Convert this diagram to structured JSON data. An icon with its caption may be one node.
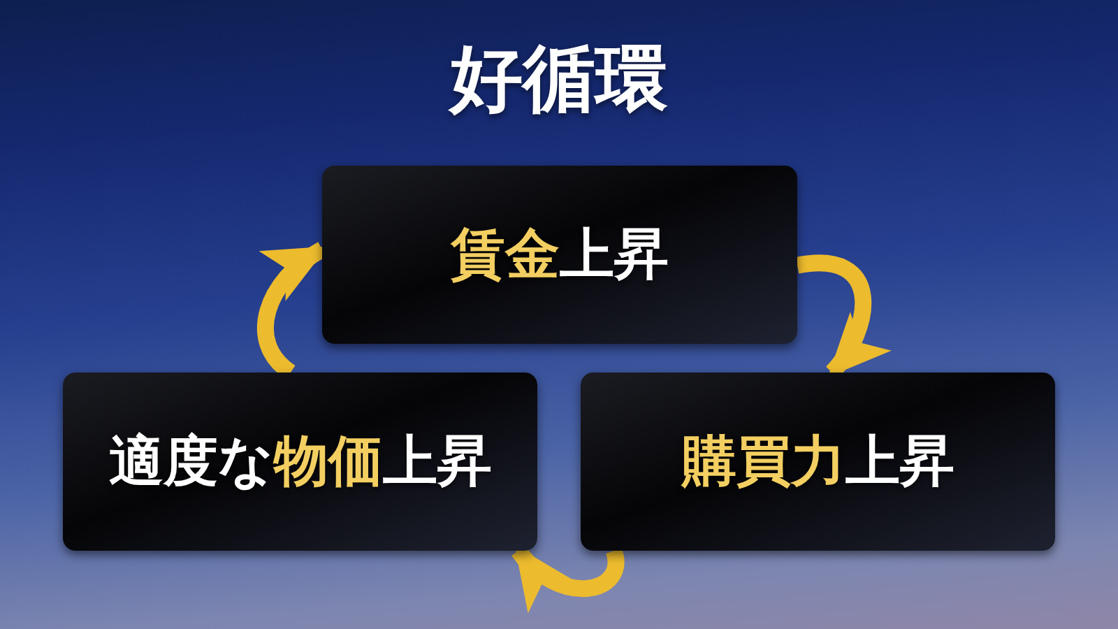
{
  "diagram": {
    "title": "好循環",
    "nodes": [
      {
        "text": [
          "**賃金**上昇"
        ]
      },
      {
        "text": [
          "適度な**物価**上昇"
        ]
      },
      {
        "text": [
          "**購買力**上昇"
        ]
      }
    ],
    "edges": [
      {
        "from": 0,
        "to": 2,
        "arrow": "to"
      },
      {
        "from": 2,
        "to": 1,
        "arrow": "to"
      },
      {
        "from": 1,
        "to": 0,
        "arrow": "to"
      }
    ]
  }
}
